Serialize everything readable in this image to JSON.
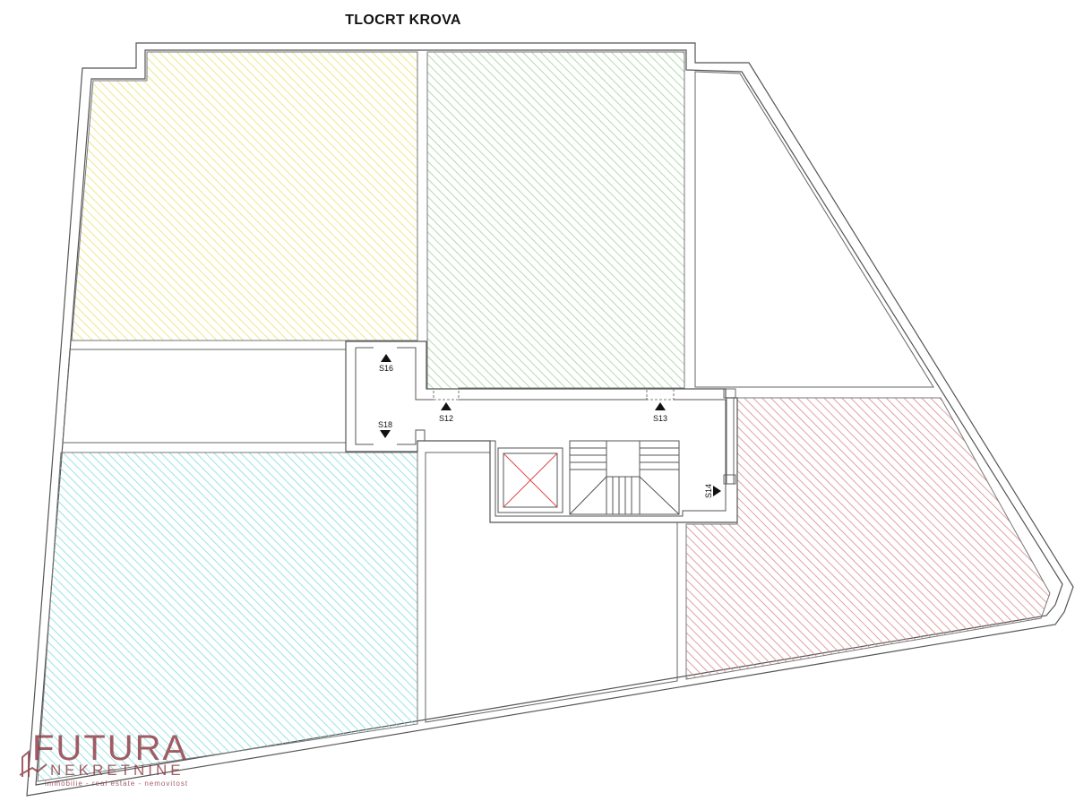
{
  "title": "TLOCRT KROVA",
  "markers": {
    "s16": "S16",
    "s18": "S18",
    "s12": "S12",
    "s13": "S13",
    "s14": "S14"
  },
  "logo": {
    "name": "FUTURA",
    "sub": "NEKRETNINE",
    "tagline": "immobilie - real estate - nemovitost"
  },
  "colors": {
    "yellow_hatch": "#e6e46a",
    "green_hatch": "#9fd39a",
    "cyan_hatch": "#7fdcdc",
    "red_hatch": "#d98a8a",
    "line": "#555555",
    "brand": "#8e3a44"
  }
}
